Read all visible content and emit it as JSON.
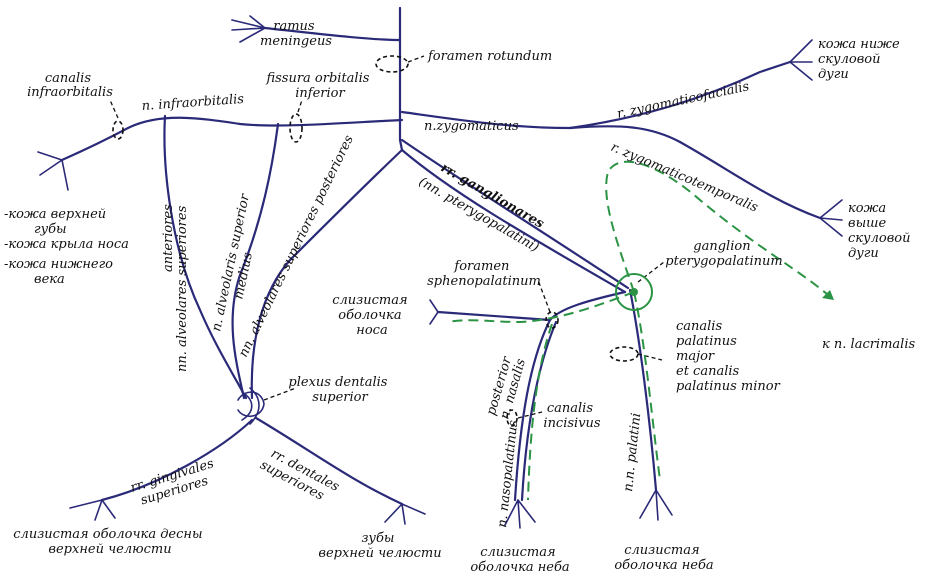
{
  "labels": {
    "ramus_meningeus": [
      "ramus",
      "meningeus"
    ],
    "foramen_rotundum": "foramen rotundum",
    "canalis_infraorbitalis": [
      "canalis",
      "infraorbitalis"
    ],
    "fissura_orbitalis_inferior": [
      "fissura orbitalis",
      "inferior"
    ],
    "n_infraorbitalis": "n. infraorbitalis",
    "n_zygomaticus": "n.zygomaticus",
    "r_zygomaticofacialis": "r. zygomaticofacialis",
    "r_zygomaticotemporalis": "r. zygomaticotemporalis",
    "skin_below_zygomatic": [
      "кожа ниже",
      "скуловой",
      "дуги"
    ],
    "skin_above_zygomatic": [
      "кожа",
      "выше",
      "скуловой",
      "дуги"
    ],
    "rr_ganglionares": "rr. ganglionares",
    "nn_pterygopalatini": "(nn. pterygopalatini)",
    "ganglion_pterygopalatinum": [
      "ganglion",
      "pterygopalatinum"
    ],
    "to_n_lacrimalis": "к n. lacrimalis",
    "skin_left": [
      "-кожа верхней",
      "губы",
      "-кожа крыла носа",
      "-кожа нижнего",
      "века"
    ],
    "nn_alveolares_superiores_anteriores": [
      "nn. alveolares superiores",
      "anteriores"
    ],
    "n_alveolaris_superior_medius": [
      "n. alveolaris superior",
      "medius"
    ],
    "nn_alveolares_superiores_posteriores": "nn. alveolares superiores posteriores",
    "foramen_sphenopalatinum": [
      "foramen",
      "sphenopalatinum"
    ],
    "mucosa_nasi": [
      "слизистая",
      "оболочка",
      "носа"
    ],
    "canalis_palatinus": [
      "canalis",
      "palatinus",
      "major",
      "et canalis",
      "palatinus minor"
    ],
    "plexus_dentalis_superior": [
      "plexus dentalis",
      "superior"
    ],
    "n_nasopalatinus": "n. nasopalatinus",
    "n_nasalis_posterior": [
      "n. nasalis",
      "posterior"
    ],
    "canalis_incisivus": [
      "canalis",
      "incisivus"
    ],
    "nn_palatini": "n.n. palatini",
    "rr_gingivales_superiores": [
      "rr. gingivales",
      "superiores"
    ],
    "rr_dentales_superiores": [
      "rr. dentales",
      "superiores"
    ],
    "mucosa_gingiva": [
      "слизистая оболочка  десны",
      "верхней челюсти"
    ],
    "teeth_upper": [
      "зубы",
      "верхней челюсти"
    ],
    "mucosa_palate_1": [
      "слизистая",
      "оболочка неба"
    ],
    "mucosa_palate_2": [
      "слизистая",
      "оболочка неба"
    ]
  },
  "colors": {
    "nerve": "#2b2a78",
    "pathway": "#2b9444",
    "text": "#111111"
  }
}
